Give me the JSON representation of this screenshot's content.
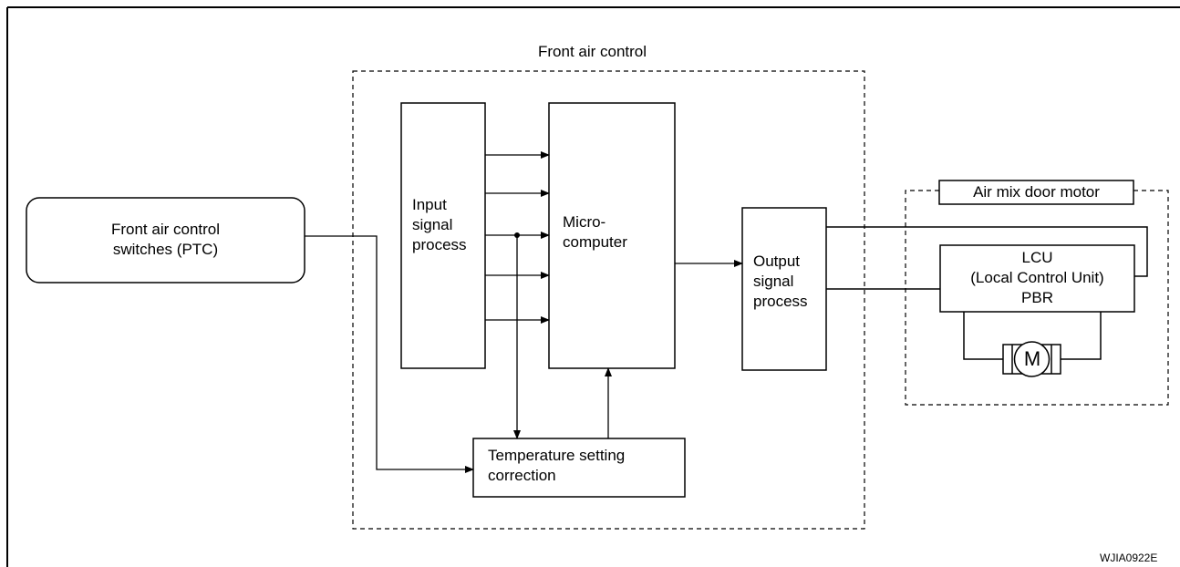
{
  "switches": {
    "line1": "Front air control",
    "line2": "switches (PTC)"
  },
  "front_air_control": {
    "title": "Front air control"
  },
  "input_process": {
    "line1": "Input",
    "line2": "signal",
    "line3": "process"
  },
  "microcomputer": {
    "line1": "Micro-",
    "line2": "computer"
  },
  "output_process": {
    "line1": "Output",
    "line2": "signal",
    "line3": "process"
  },
  "temp_correction": {
    "line1": "Temperature setting",
    "line2": "correction"
  },
  "air_mix_motor": {
    "title": "Air mix door motor",
    "lcu_line1": "LCU",
    "lcu_line2": "(Local Control Unit)",
    "lcu_line3": "PBR",
    "motor_symbol": "M"
  },
  "figure_code": "WJIA0922E"
}
